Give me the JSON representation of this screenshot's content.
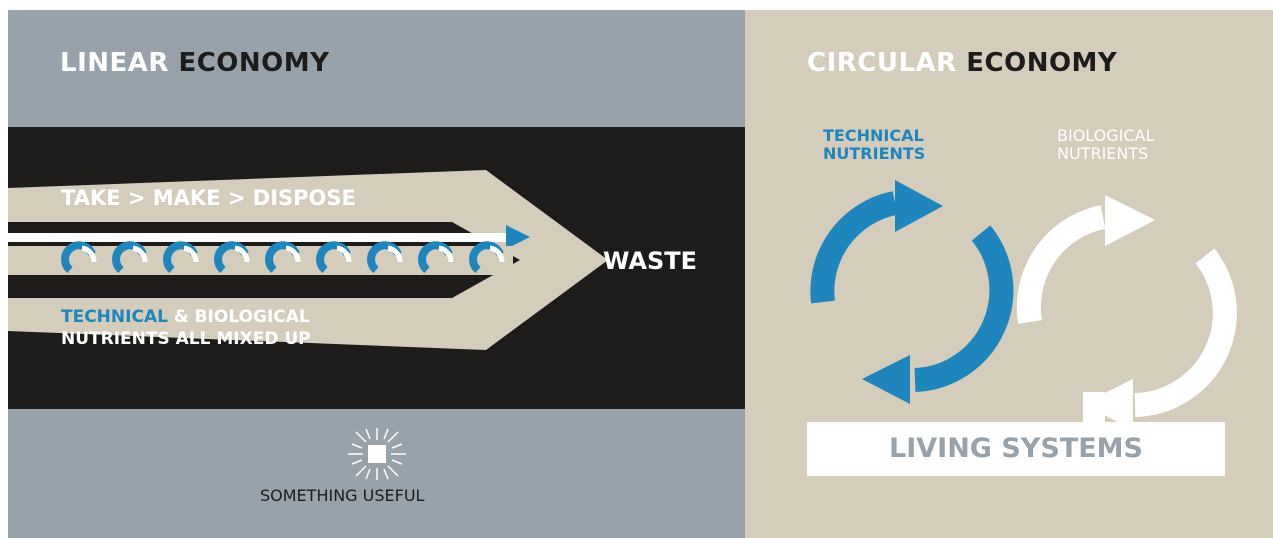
{
  "colors": {
    "linear_bg": "#97a2ab",
    "circular_bg": "#d4cdbc",
    "band": "#1e1c1b",
    "beige_arrow": "#d4cdbc",
    "technical_blue": "#1f86bd",
    "white": "#ffffff",
    "dark_text": "#1e1c1b"
  },
  "linear": {
    "title_part1": "LINEAR",
    "title_part2": "ECONOMY",
    "flow_label": "TAKE > MAKE > DISPOSE",
    "waste_label": "WASTE",
    "mix_technical": "TECHNICAL",
    "mix_rest": "& BIOLOGICAL",
    "mix_line2": "NUTRIENTS ALL MIXED UP",
    "useful_label": "SOMETHING USEFUL",
    "icons": [
      "linear-flow-arrow-icon",
      "mixed-nutrient-swirl-icon",
      "sun-burst-icon"
    ]
  },
  "circular": {
    "title_part1": "CIRCULAR",
    "title_part2": "ECONOMY",
    "technical_line1": "TECHNICAL",
    "technical_line2": "NUTRIENTS",
    "biological_line1": "BIOLOGICAL",
    "biological_line2": "NUTRIENTS",
    "living_systems": "LIVING SYSTEMS",
    "icons": [
      "technical-cycle-icon",
      "biological-cycle-icon"
    ]
  }
}
